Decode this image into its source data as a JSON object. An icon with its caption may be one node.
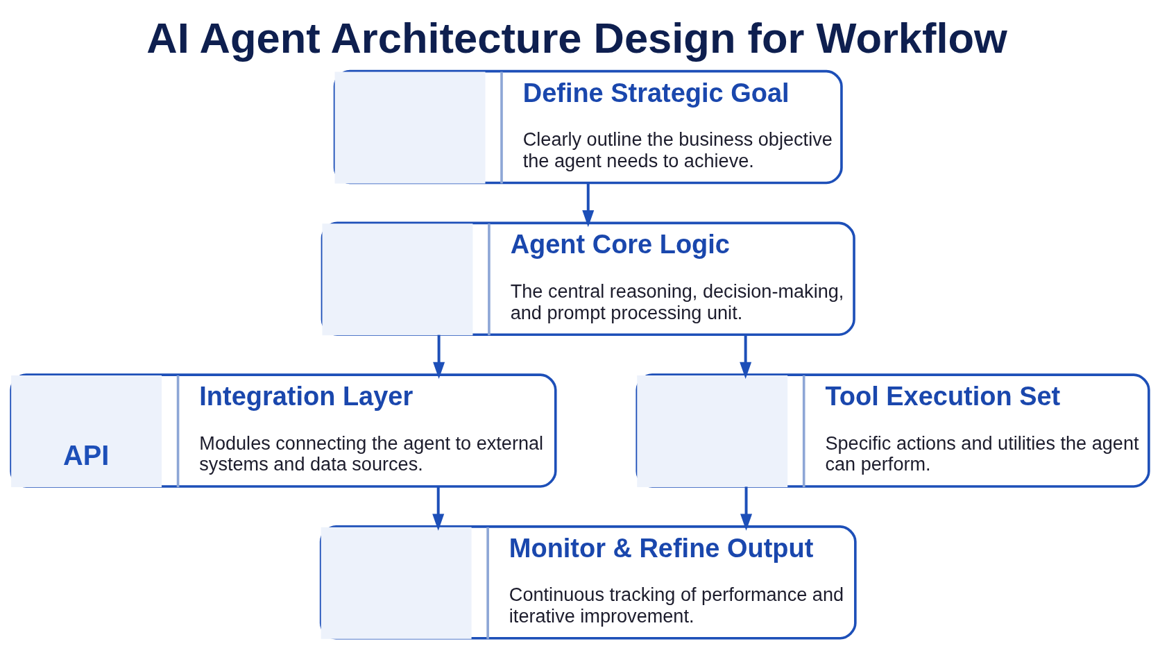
{
  "diagram": {
    "title": "AI Agent Architecture Design for Workflow",
    "nodes": [
      {
        "text": [
          "Define Strategic Goal",
          "Clearly outline the business objective the agent needs to achieve."
        ]
      },
      {
        "text": [
          "Agent Core Logic",
          "The central reasoning, decision-making, and prompt processing unit."
        ]
      },
      {
        "text": [
          "API",
          "Integration Layer",
          "Modules connecting the agent to external systems and data sources."
        ]
      },
      {
        "text": [
          "Tool Execution Set",
          "Specific actions and utilities the agent can perform."
        ]
      },
      {
        "text": [
          "Monitor & Refine Output",
          "Continuous tracking of performance and iterative improvement."
        ]
      }
    ],
    "edges": [
      {
        "from": 0,
        "to": 1,
        "arrow": "to"
      },
      {
        "from": 1,
        "to": 2,
        "arrow": "to"
      },
      {
        "from": 1,
        "to": 3,
        "arrow": "to"
      },
      {
        "from": 2,
        "to": 4,
        "arrow": "to"
      },
      {
        "from": 3,
        "to": 4,
        "arrow": "to"
      }
    ]
  }
}
